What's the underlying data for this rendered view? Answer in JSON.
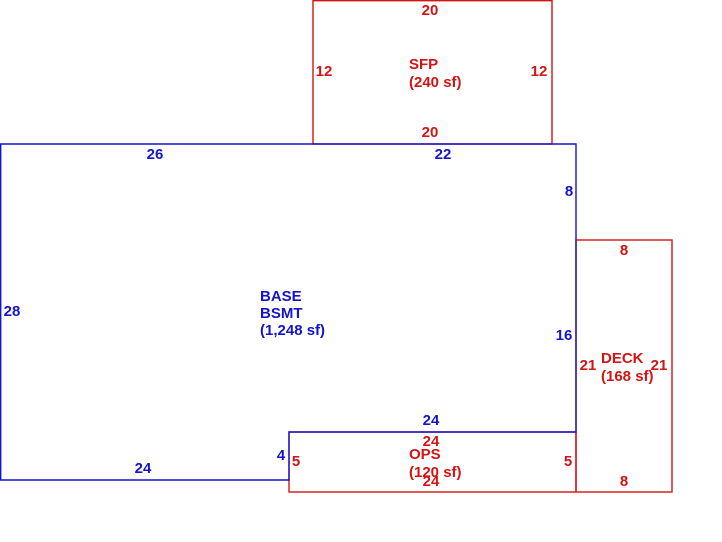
{
  "colors": {
    "base": "#1414c8",
    "addition": "#d21414"
  },
  "areas": {
    "base": {
      "name": "BASE",
      "sub": "BSMT",
      "area": "(1,248 sf)",
      "dims": {
        "top_left": "26",
        "top_right": "22",
        "left": "28",
        "right_upper": "8",
        "right_lower": "16",
        "bottom_left": "24",
        "step_vertical": "4",
        "step_horizontal": "24"
      }
    },
    "sfp": {
      "name": "SFP",
      "area": "(240 sf)",
      "dims": {
        "top": "20",
        "bottom": "20",
        "left": "12",
        "right": "12"
      }
    },
    "deck": {
      "name": "DECK",
      "area": "(168 sf)",
      "dims": {
        "top": "8",
        "bottom": "8",
        "left": "21",
        "right": "21"
      }
    },
    "ops": {
      "name": "OPS",
      "area": "(120 sf)",
      "dims": {
        "top": "24",
        "bottom": "24",
        "left": "5",
        "right": "5"
      }
    }
  }
}
